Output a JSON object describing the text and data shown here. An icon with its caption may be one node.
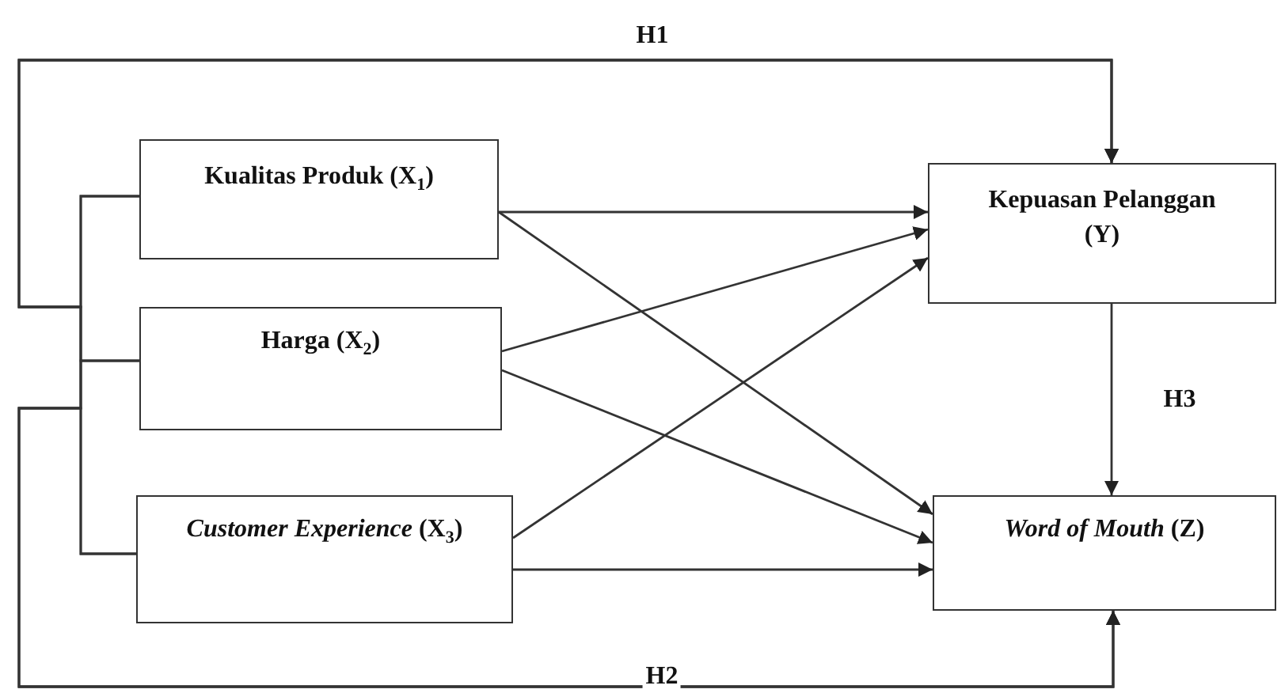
{
  "diagram": {
    "nodes": [
      {
        "text": [
          "Kualitas Produk (X$_{1}$)"
        ]
      },
      {
        "text": [
          "Harga (X$_{2}$)"
        ]
      },
      {
        "text": [
          "*Customer Experience* (X$_{3}$)"
        ]
      },
      {
        "text": [
          "Kepuasan Pelanggan (Y)"
        ]
      },
      {
        "text": [
          "*Word of Mouth* (Z)"
        ]
      }
    ],
    "edges": [
      {
        "from": 0,
        "to": 3,
        "arrow": "to"
      },
      {
        "from": 0,
        "to": 4,
        "arrow": "to"
      },
      {
        "from": 1,
        "to": 3,
        "arrow": "to"
      },
      {
        "from": 1,
        "to": 4,
        "arrow": "to"
      },
      {
        "from": 2,
        "to": 3,
        "arrow": "to"
      },
      {
        "from": 2,
        "to": 4,
        "arrow": "to"
      },
      {
        "from": 3,
        "to": 4,
        "arrow": "to",
        "label": "H3"
      },
      {
        "from": 0,
        "to": 3,
        "arrow": "to",
        "label": "H1"
      },
      {
        "from": 1,
        "to": 3,
        "arrow": "to"
      },
      {
        "from": 2,
        "to": 3,
        "arrow": "to"
      },
      {
        "from": 0,
        "to": 4,
        "arrow": "to",
        "label": "H2"
      },
      {
        "from": 1,
        "to": 4,
        "arrow": "to"
      },
      {
        "from": 2,
        "to": 4,
        "arrow": "to"
      }
    ]
  }
}
